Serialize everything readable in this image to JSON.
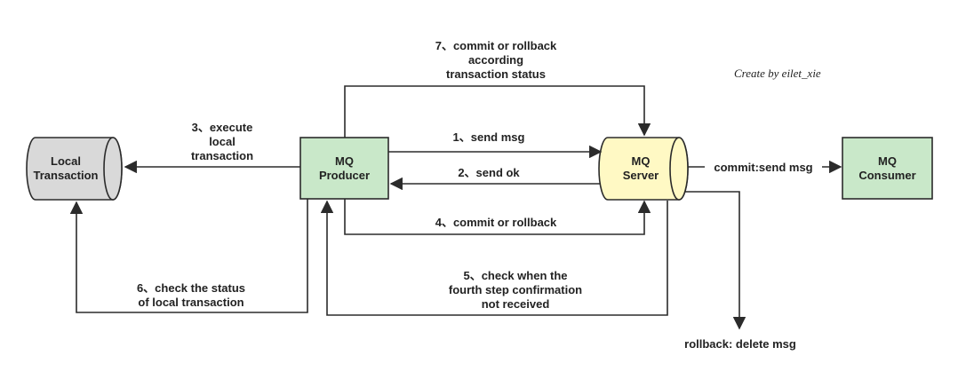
{
  "credit": "Create by eilet_xie",
  "colors": {
    "producer_fill": "#c9e8c9",
    "consumer_fill": "#c9e8c9",
    "local_tx_fill": "#d9d9d9",
    "server_fill": "#fff9c4",
    "stroke": "#2b2b2b"
  },
  "nodes": {
    "local_transaction": "Local\nTransaction",
    "mq_producer": "MQ\nProducer",
    "mq_server": "MQ\nServer",
    "mq_consumer": "MQ\nConsumer"
  },
  "edges": {
    "step1": "1、send msg",
    "step2": "2、send ok",
    "step3": "3、execute\nlocal\ntransaction",
    "step4": "4、commit or rollback",
    "step5": "5、check when the\nfourth step confirmation\nnot received",
    "step6": "6、check the status\nof local transaction",
    "step7": "7、commit or rollback\naccording\ntransaction status",
    "commit_send": "commit:send msg",
    "rollback_delete": "rollback: delete msg"
  }
}
